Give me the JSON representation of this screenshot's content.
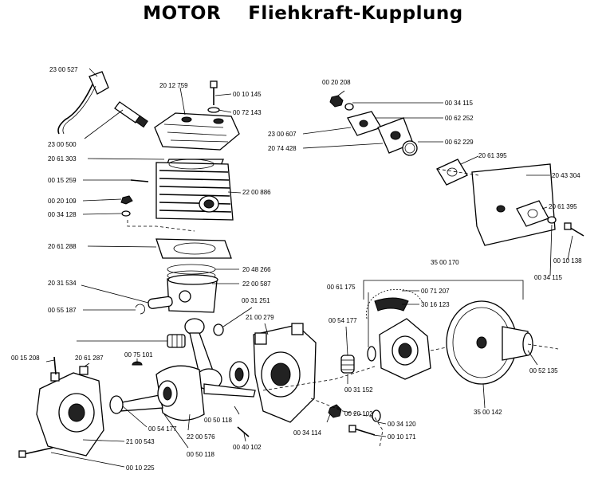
{
  "title": "MOTOR    Fliehkraft-Kupplung",
  "parts": {
    "p23_00_527": "23 00 527",
    "p20_12_759": "20 12 759",
    "p00_10_145": "00 10 145",
    "p00_72_143": "00 72 143",
    "p23_00_500": "23 00 500",
    "p20_61_303": "20 61 303",
    "p00_15_259": "00 15 259",
    "p22_00_886": "22 00 886",
    "p00_20_109": "00 20 109",
    "p00_34_128": "00 34 128",
    "p20_61_288": "20 61 288",
    "p20_48_266": "20 48 266",
    "p20_31_534": "20 31 534",
    "p22_00_587": "22 00 587",
    "p00_55_187": "00 55 187",
    "p00_31_251": "00 31 251",
    "p21_00_279": "21 00 279",
    "p00_15_208": "00 15 208",
    "p20_61_287": "20 61 287",
    "p00_75_101": "00 75 101",
    "p00_54_177_a": "00 54 177",
    "p21_00_543": "21 00 543",
    "p00_10_225": "00 10 225",
    "p22_00_576": "22 00 576",
    "p00_50_118_a": "00 50 118",
    "p00_50_118_b": "00 50 118",
    "p00_40_102": "00 40 102",
    "p00_54_177_b": "00 54 177",
    "p00_34_114": "00 34 114",
    "p00_20_208": "00 20 208",
    "p00_34_115_a": "00 34 115",
    "p00_62_252": "00 62 252",
    "p23_00_607": "23 00 607",
    "p00_62_229": "00 62 229",
    "p20_74_428": "20 74 428",
    "p20_61_395_a": "20 61 395",
    "p20_43_304": "20 43 304",
    "p20_61_395_b": "20 61 395",
    "p00_10_138": "00 10 138",
    "p00_34_115_b": "00 34 115",
    "p35_00_170": "35 00 170",
    "p00_61_175": "00 61 175",
    "p00_71_207": "00 71 207",
    "p30_16_123": "30 16 123",
    "p00_31_152": "00 31 152",
    "p00_20_102": "00 20 102",
    "p00_34_120": "00 34 120",
    "p00_10_171": "00 10 171",
    "p00_52_135": "00 52 135",
    "p35_00_142": "35 00 142"
  }
}
